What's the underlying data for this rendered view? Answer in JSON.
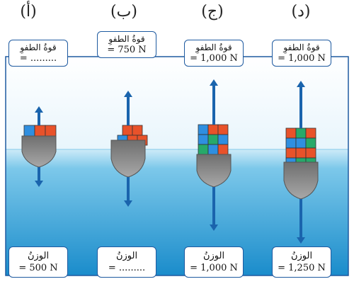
{
  "panels": [
    {
      "label": "(أ)",
      "buoyancy": {
        "title": "قوةُ الطفوِ",
        "value": "= ........."
      },
      "weight": {
        "title": "الوزنُ",
        "value": "= 500 N"
      }
    },
    {
      "label": "(ب)",
      "buoyancy": {
        "title": "قوةُ الطفوِ",
        "value": "= 750 N"
      },
      "weight": {
        "title": "الوزنُ",
        "value": "= ........."
      }
    },
    {
      "label": "(ج)",
      "buoyancy": {
        "title": "قوةُ الطفوِ",
        "value": "= 1,000 N"
      },
      "weight": {
        "title": "الوزنُ",
        "value": "= 1,000 N"
      }
    },
    {
      "label": "(د)",
      "buoyancy": {
        "title": "قوةُ الطفوِ",
        "value": "= 1,000 N"
      },
      "weight": {
        "title": "الوزنُ",
        "value": "= 1,250 N"
      }
    }
  ],
  "colors": {
    "water_top": "#bfe6f6",
    "water_bottom": "#1c90cc",
    "arrow": "#1a64ad",
    "hull": "#8c8c8c",
    "frame": "#1e5aa0"
  }
}
